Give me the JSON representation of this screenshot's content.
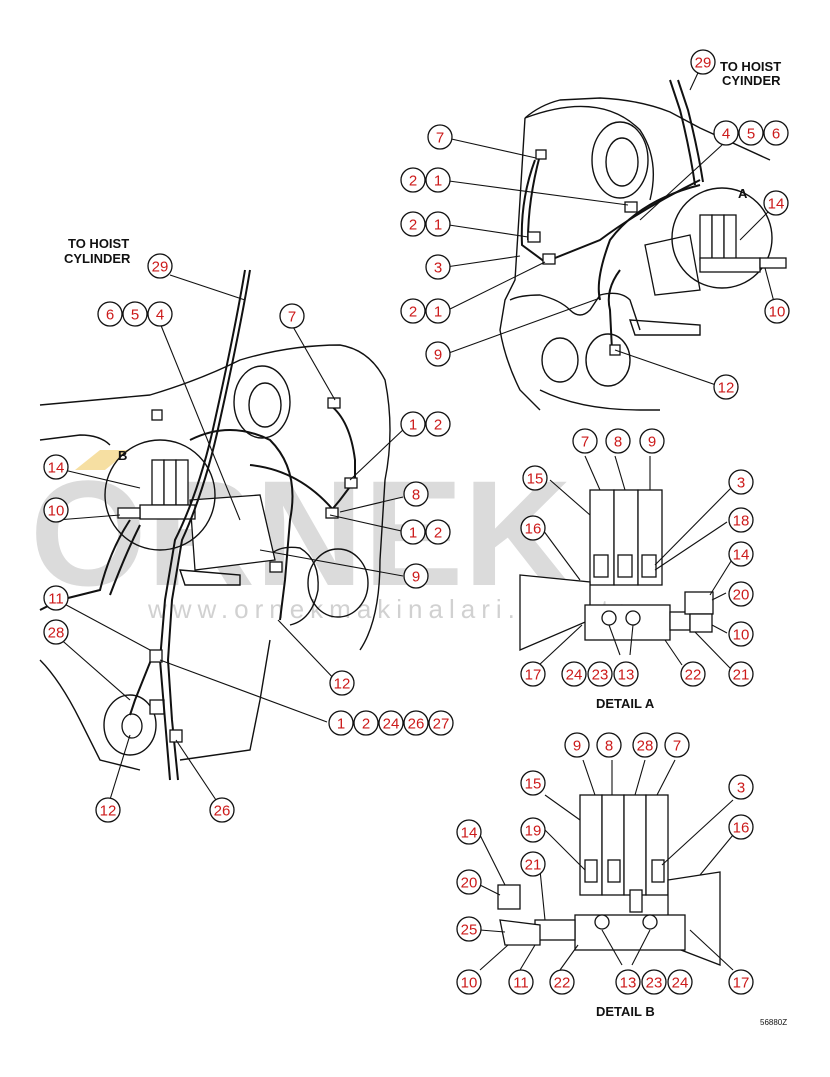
{
  "labels": {
    "to_hoist_left": [
      "TO HOIST",
      "CYLINDER"
    ],
    "to_hoist_right": [
      "TO HOIST",
      "CYINDER"
    ],
    "detail_a": "DETAIL A",
    "detail_b": "DETAIL B",
    "marker_a": "A",
    "marker_b": "B",
    "drawing_number": "56880Z"
  },
  "watermark": {
    "brand": "ORNEK",
    "url": "www.ornekmakinalari.com.tr"
  },
  "callouts": [
    {
      "n": "7"
    },
    {
      "n": "29"
    },
    {
      "n": "4"
    },
    {
      "n": "5"
    },
    {
      "n": "6"
    },
    {
      "n": "2"
    },
    {
      "n": "1"
    },
    {
      "n": "14"
    },
    {
      "n": "2"
    },
    {
      "n": "1"
    },
    {
      "n": "3"
    },
    {
      "n": "2"
    },
    {
      "n": "1"
    },
    {
      "n": "10"
    },
    {
      "n": "9"
    },
    {
      "n": "12"
    },
    {
      "n": "29"
    },
    {
      "n": "6"
    },
    {
      "n": "5"
    },
    {
      "n": "4"
    },
    {
      "n": "7"
    },
    {
      "n": "1"
    },
    {
      "n": "2"
    },
    {
      "n": "14"
    },
    {
      "n": "8"
    },
    {
      "n": "10"
    },
    {
      "n": "1"
    },
    {
      "n": "2"
    },
    {
      "n": "9"
    },
    {
      "n": "11"
    },
    {
      "n": "28"
    },
    {
      "n": "12"
    },
    {
      "n": "1"
    },
    {
      "n": "2"
    },
    {
      "n": "24"
    },
    {
      "n": "26"
    },
    {
      "n": "27"
    },
    {
      "n": "12"
    },
    {
      "n": "26"
    },
    {
      "n": "7"
    },
    {
      "n": "8"
    },
    {
      "n": "9"
    },
    {
      "n": "15"
    },
    {
      "n": "3"
    },
    {
      "n": "16"
    },
    {
      "n": "18"
    },
    {
      "n": "14"
    },
    {
      "n": "20"
    },
    {
      "n": "10"
    },
    {
      "n": "17"
    },
    {
      "n": "24"
    },
    {
      "n": "23"
    },
    {
      "n": "13"
    },
    {
      "n": "22"
    },
    {
      "n": "21"
    },
    {
      "n": "9"
    },
    {
      "n": "8"
    },
    {
      "n": "28"
    },
    {
      "n": "7"
    },
    {
      "n": "15"
    },
    {
      "n": "3"
    },
    {
      "n": "16"
    },
    {
      "n": "14"
    },
    {
      "n": "19"
    },
    {
      "n": "21"
    },
    {
      "n": "20"
    },
    {
      "n": "25"
    },
    {
      "n": "10"
    },
    {
      "n": "11"
    },
    {
      "n": "22"
    },
    {
      "n": "13"
    },
    {
      "n": "23"
    },
    {
      "n": "24"
    },
    {
      "n": "17"
    }
  ]
}
